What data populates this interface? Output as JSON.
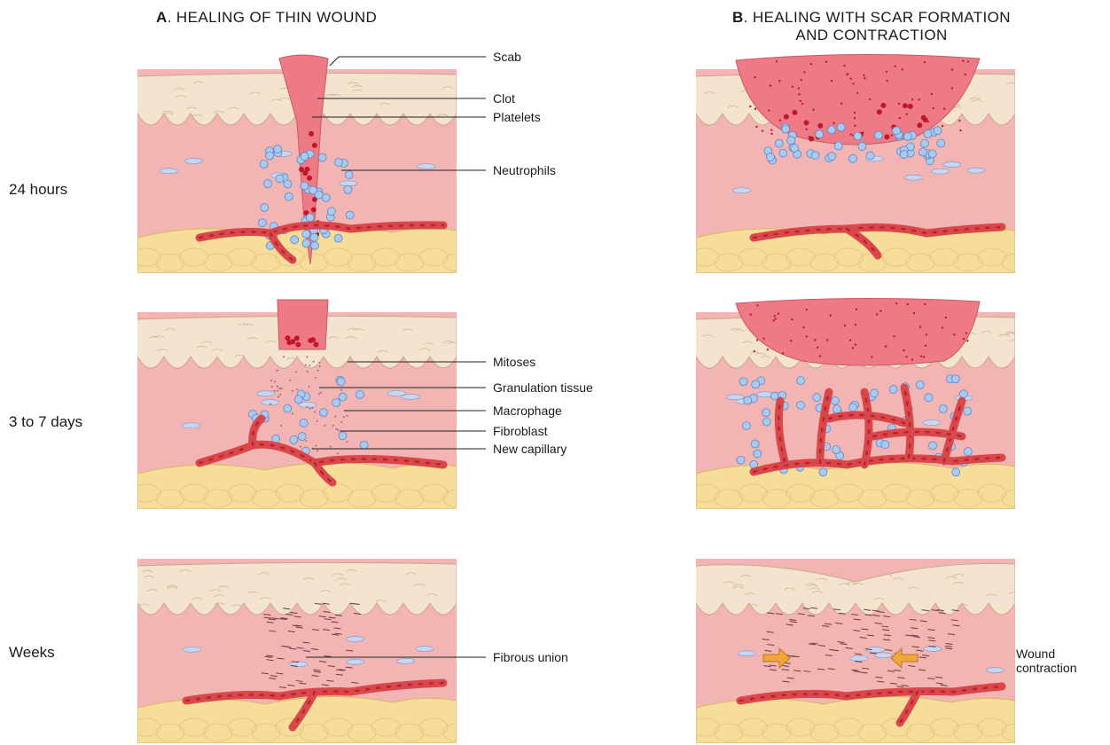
{
  "column_a": {
    "letter": "A",
    "title": ". HEALING OF THIN WOUND"
  },
  "column_b": {
    "letter": "B",
    "title_line1": ". HEALING WITH SCAR FORMATION",
    "title_line2": "AND CONTRACTION"
  },
  "rows": [
    {
      "label": "24 hours"
    },
    {
      "label": "3 to 7 days"
    },
    {
      "label": "Weeks"
    }
  ],
  "callouts": {
    "scab": "Scab",
    "clot": "Clot",
    "platelets": "Platelets",
    "neutrophils": "Neutrophils",
    "mitoses": "Mitoses",
    "granulation_tissue": "Granulation tissue",
    "macrophage": "Macrophage",
    "fibroblast": "Fibroblast",
    "new_capillary": "New capillary",
    "fibrous_union": "Fibrous union",
    "wound_contraction_line1": "Wound",
    "wound_contraction_line2": "contraction"
  },
  "colors": {
    "epidermis": "#f3e3cf",
    "dermis": "#f2b5b3",
    "fat": "#f6dd9a",
    "vessel": "#d9474b",
    "clot": "#ee7a86",
    "blood_dot": "#c0182a",
    "cell": "#a9c9ef",
    "arrow": "#f0a733"
  }
}
